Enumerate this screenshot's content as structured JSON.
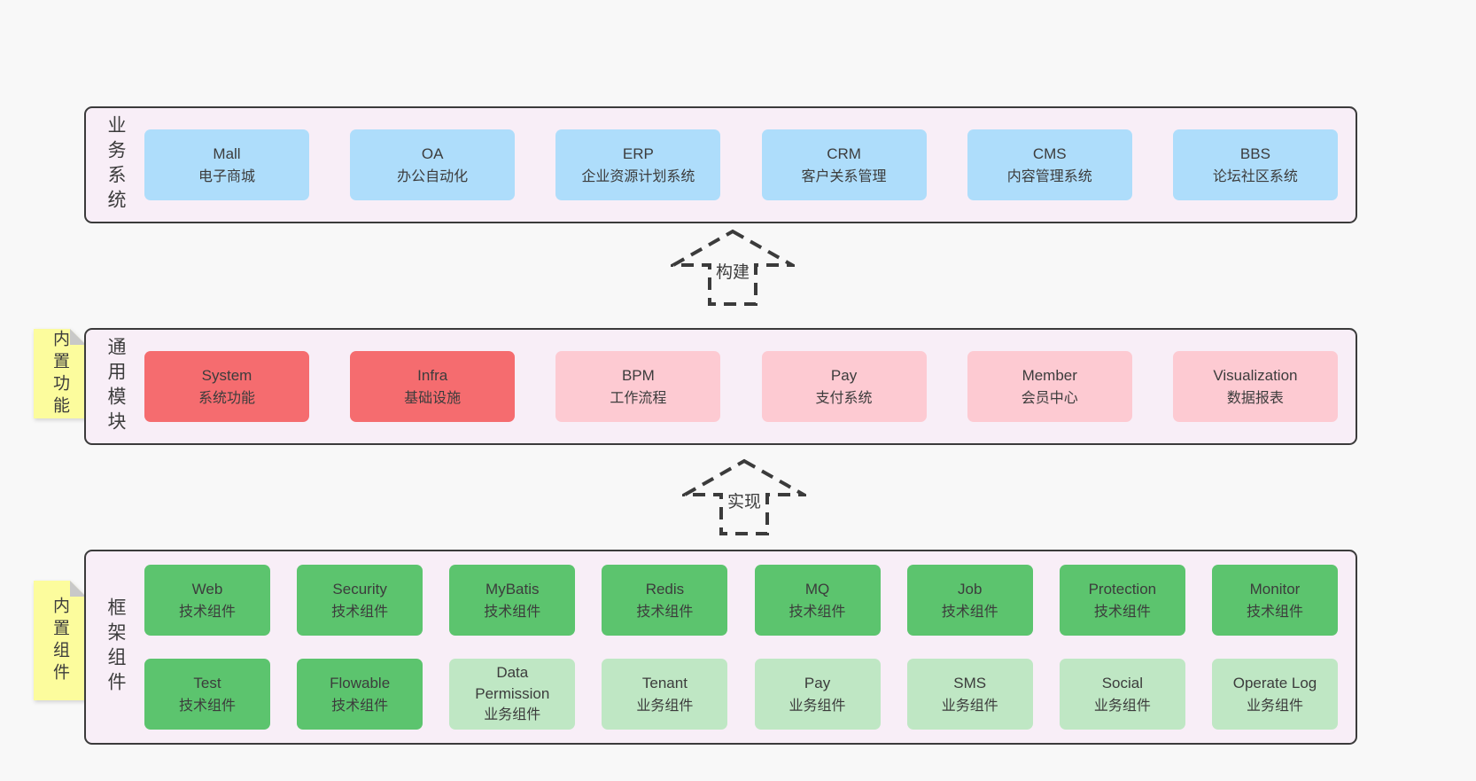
{
  "colors": {
    "page-bg": "#f8f8f8",
    "band-bg": "#f8eef7",
    "band-border": "#3b3b3b",
    "box-blue": "#aeddfb",
    "box-red": "#f56c6f",
    "box-pink": "#fdcad2",
    "box-green": "#5cc46e",
    "box-lightgreen": "#bfe7c4",
    "note-yellow": "#fcfc9d",
    "note-fold": "#c8c8c8",
    "text": "#3c3c3c"
  },
  "layers": {
    "business": {
      "label": "业务系统",
      "boxes": [
        {
          "title": "Mall",
          "subtitle": "电子商城"
        },
        {
          "title": "OA",
          "subtitle": "办公自动化"
        },
        {
          "title": "ERP",
          "subtitle": "企业资源计划系统"
        },
        {
          "title": "CRM",
          "subtitle": "客户关系管理"
        },
        {
          "title": "CMS",
          "subtitle": "内容管理系统"
        },
        {
          "title": "BBS",
          "subtitle": "论坛社区系统"
        }
      ]
    },
    "modules": {
      "label": "通用模块",
      "note": "内置功能",
      "boxes": [
        {
          "title": "System",
          "subtitle": "系统功能"
        },
        {
          "title": "Infra",
          "subtitle": "基础设施"
        },
        {
          "title": "BPM",
          "subtitle": "工作流程"
        },
        {
          "title": "Pay",
          "subtitle": "支付系统"
        },
        {
          "title": "Member",
          "subtitle": "会员中心"
        },
        {
          "title": "Visualization",
          "subtitle": "数据报表"
        }
      ]
    },
    "components": {
      "label": "框架组件",
      "note": "内置组件",
      "row1": [
        {
          "title": "Web",
          "subtitle": "技术组件"
        },
        {
          "title": "Security",
          "subtitle": "技术组件"
        },
        {
          "title": "MyBatis",
          "subtitle": "技术组件"
        },
        {
          "title": "Redis",
          "subtitle": "技术组件"
        },
        {
          "title": "MQ",
          "subtitle": "技术组件"
        },
        {
          "title": "Job",
          "subtitle": "技术组件"
        },
        {
          "title": "Protection",
          "subtitle": "技术组件"
        },
        {
          "title": "Monitor",
          "subtitle": "技术组件"
        }
      ],
      "row2": [
        {
          "title": "Test",
          "subtitle": "技术组件"
        },
        {
          "title": "Flowable",
          "subtitle": "技术组件"
        },
        {
          "title": "Data Permission",
          "subtitle": "业务组件"
        },
        {
          "title": "Tenant",
          "subtitle": "业务组件"
        },
        {
          "title": "Pay",
          "subtitle": "业务组件"
        },
        {
          "title": "SMS",
          "subtitle": "业务组件"
        },
        {
          "title": "Social",
          "subtitle": "业务组件"
        },
        {
          "title": "Operate Log",
          "subtitle": "业务组件"
        }
      ]
    }
  },
  "arrows": {
    "build": {
      "label": "构建"
    },
    "implement": {
      "label": "实现"
    }
  }
}
